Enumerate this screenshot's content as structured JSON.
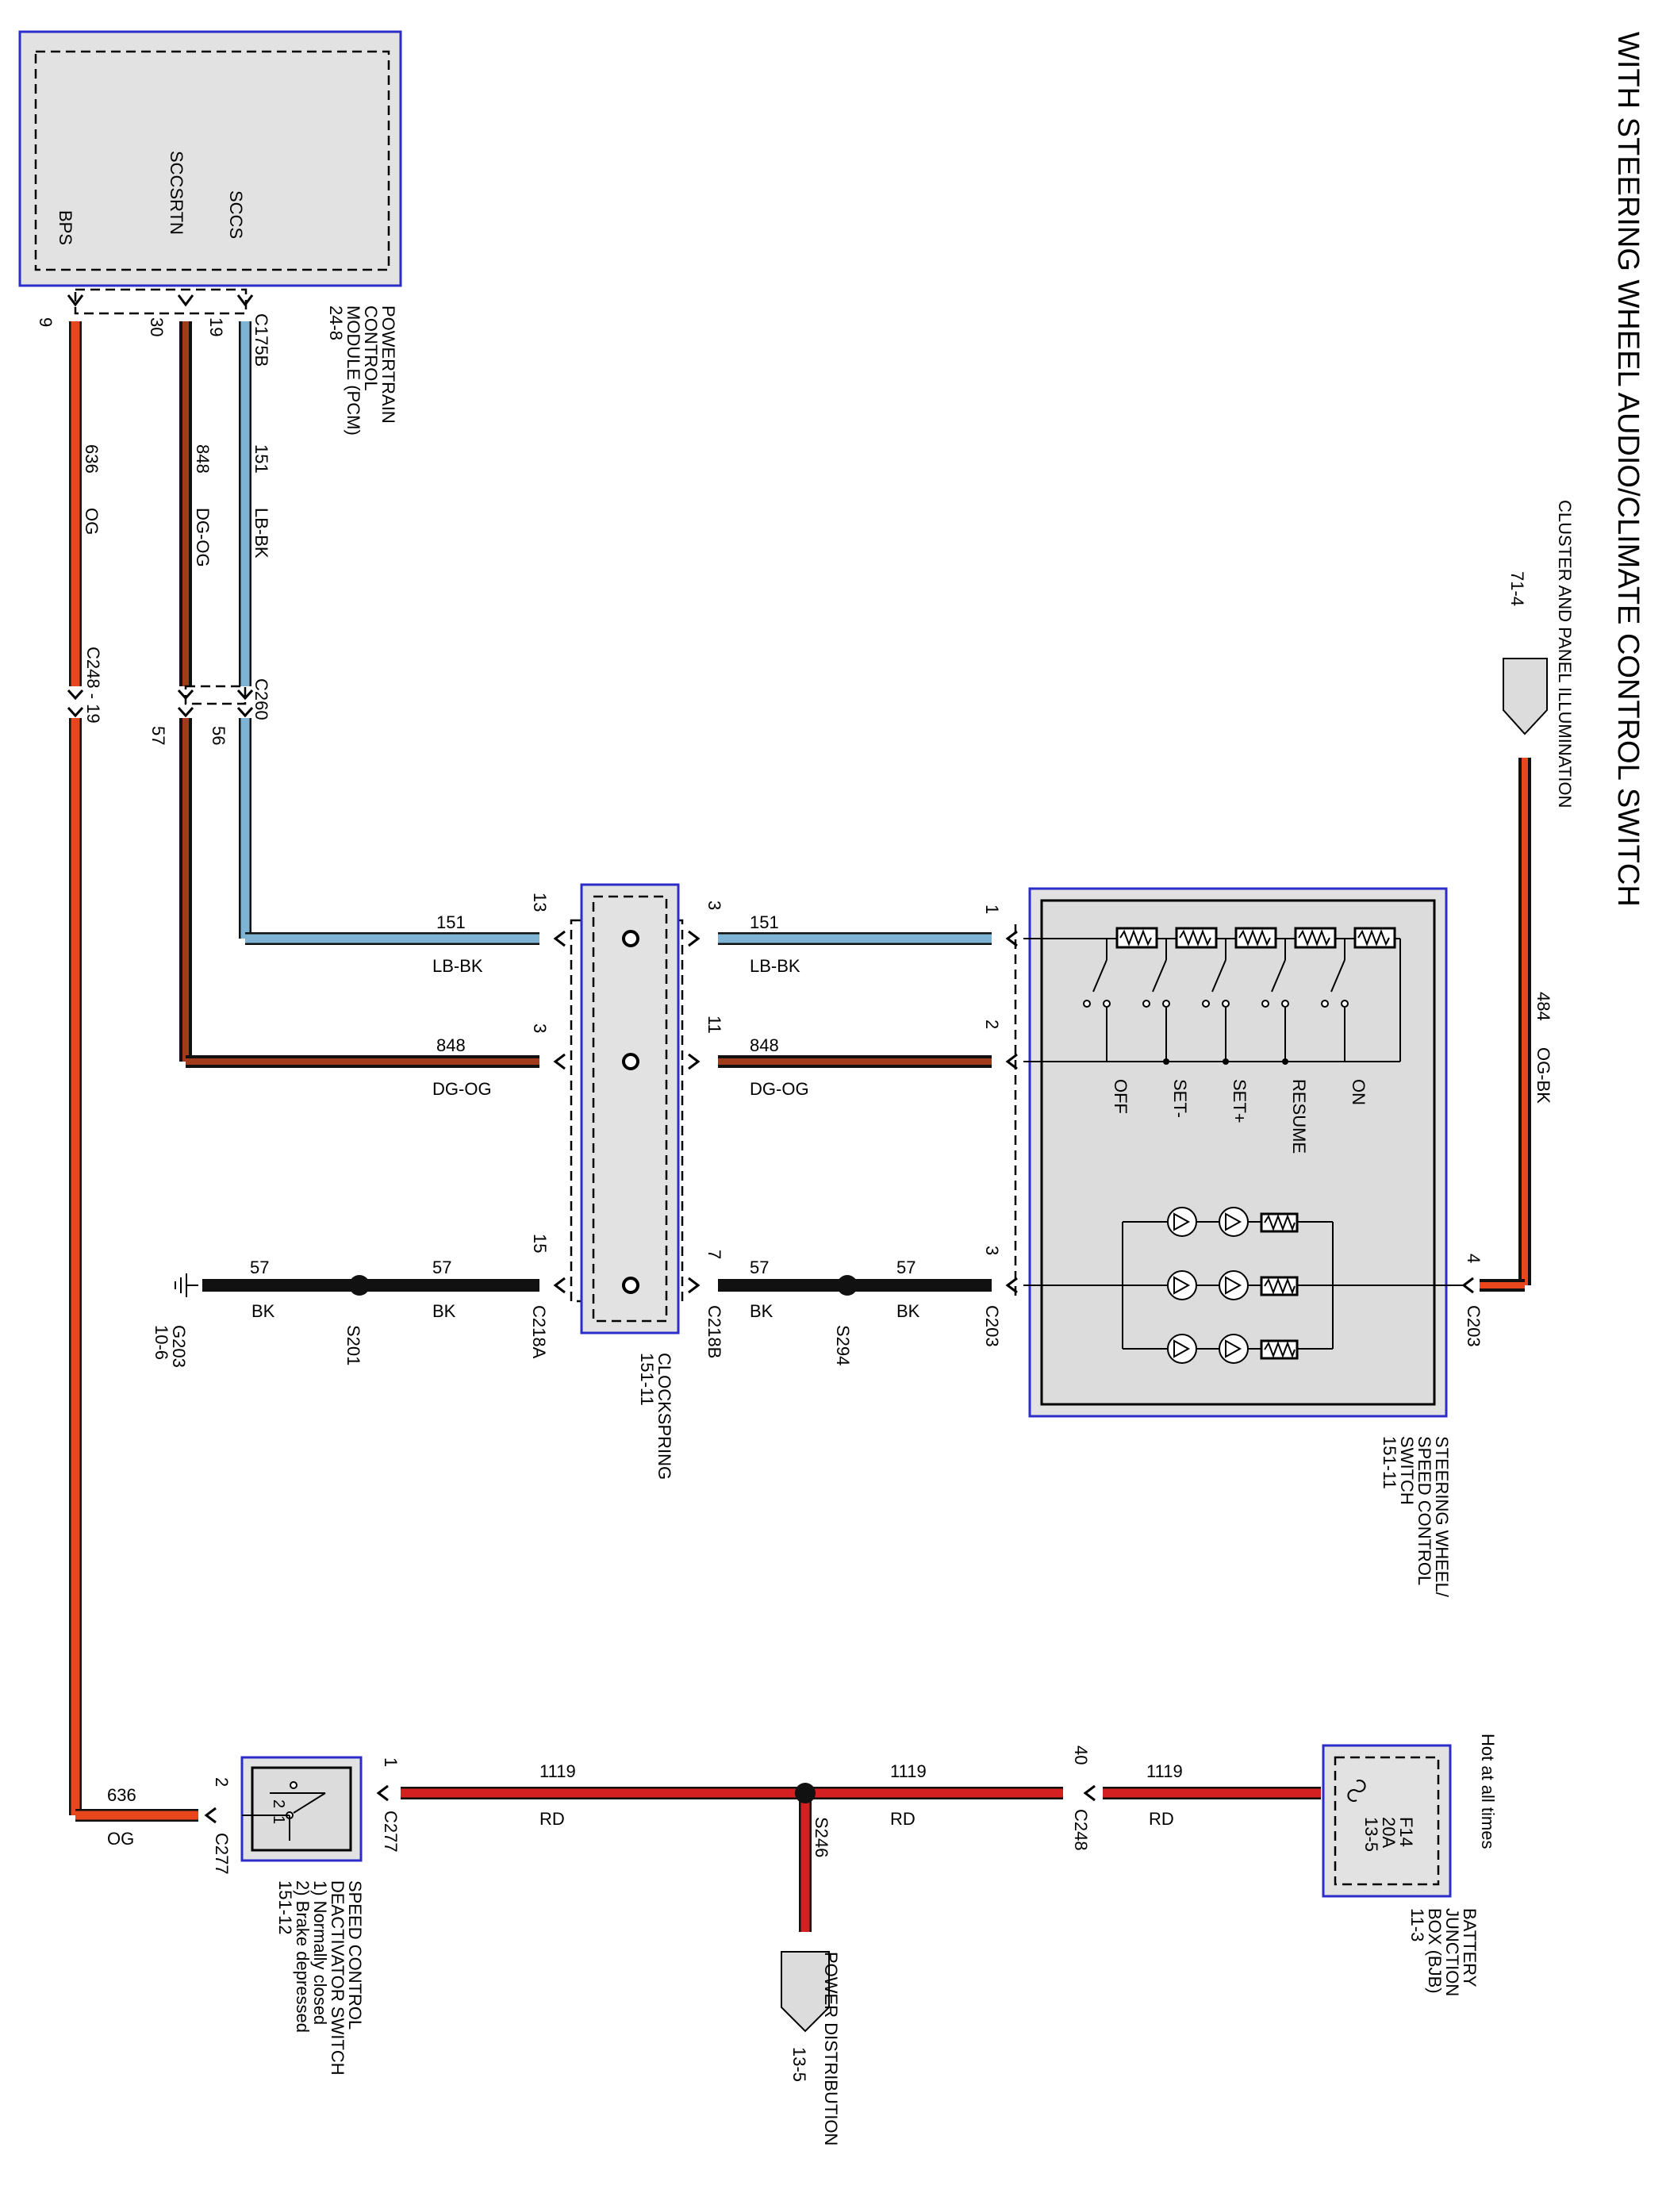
{
  "title": "WITH STEERING WHEEL AUDIO/CLIMATE CONTROL SWITCH",
  "pcm": {
    "pins": [
      "BPS",
      "SCCSRTN",
      "SCCS"
    ],
    "name_lines": [
      "POWERTRAIN",
      "CONTROL",
      "MODULE (PCM)",
      "24-8"
    ],
    "pin_numbers": [
      "9",
      "30",
      "19"
    ],
    "connector": "C175B"
  },
  "pcm_wires": [
    {
      "circuit": "636",
      "color": "OG"
    },
    {
      "circuit": "848",
      "color": "DG-OG"
    },
    {
      "circuit": "151",
      "color": "LB-BK"
    }
  ],
  "inline": {
    "c248_label": "C248 - 19",
    "c260": "C260",
    "pin_57": "57",
    "pin_56": "56"
  },
  "illumination": {
    "title": "CLUSTER AND PANEL ILLUMINATION",
    "ref": "71-4",
    "circuit": "484",
    "color": "OG-BK",
    "pin": "4",
    "connector": "C203"
  },
  "row1": {
    "circuit": "151",
    "color": "LB-BK",
    "pin_left": "13",
    "pin_mid": "3",
    "pin_right": "1"
  },
  "row2": {
    "circuit": "848",
    "color": "DG-OG",
    "pin_left": "3",
    "pin_mid": "11",
    "pin_right": "2"
  },
  "row3": {
    "circuit": "57",
    "color": "BK",
    "pin_left": "15",
    "pin_mid": "7",
    "pin_right": "3",
    "ground": "G203",
    "ground_ref": "10-6",
    "splice_left": "S201",
    "splice_right": "S294",
    "conn_left": "C218A",
    "conn_mid": "C218B",
    "conn_right": "C203"
  },
  "clockspring": {
    "lines": [
      "CLOCKSPRING",
      "151-11"
    ]
  },
  "switch": {
    "buttons": [
      "OFF",
      "SET-",
      "SET+",
      "RESUME",
      "ON"
    ],
    "name_lines": [
      "STEERING WHEEL/",
      "SPEED CONTROL",
      "SWITCH",
      "151-11"
    ]
  },
  "power": {
    "circuit": "1119",
    "color": "RD",
    "bjb_lines": [
      "BATTERY",
      "JUNCTION",
      "BOX (BJB)",
      "11-3"
    ],
    "hot": "Hot at all times",
    "fuse": [
      "F14",
      "20A",
      "13-5"
    ],
    "c248_pin": "40",
    "c248": "C248",
    "splice": "S246",
    "dist_lines": [
      "POWER DISTRIBUTION",
      "13-5"
    ],
    "c277_pin1": "1",
    "c277_pin2": "2",
    "c277": "C277",
    "og_circuit": "636",
    "og_color": "OG"
  },
  "deactivator": {
    "lines": [
      "SPEED CONTROL",
      "DEACTIVATOR SWITCH",
      "1) Normally closed",
      "2) Brake depressed",
      "151-12"
    ],
    "sw_pins": [
      "2",
      "1"
    ]
  },
  "colors": {
    "box_border": "#2c2cc8",
    "box_fill": "#e2e2e2",
    "orange": "#e8461c",
    "light_blue": "#7fb3d4",
    "dark_green_orange": "#a23a1c",
    "red": "#d42020",
    "black": "#111111"
  }
}
